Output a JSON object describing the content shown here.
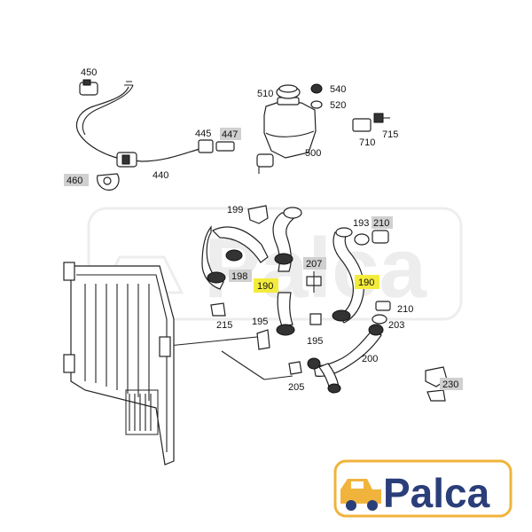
{
  "watermark_text": "Palca",
  "colors": {
    "highlight": "#f3ec3c",
    "grey_label_bg": "#d0d0d0",
    "logo_orange": "#f0b43c",
    "logo_blue": "#2a3e7a"
  },
  "parts": [
    {
      "id": "p450",
      "label": "450",
      "style": "plain"
    },
    {
      "id": "p510",
      "label": "510",
      "style": "plain"
    },
    {
      "id": "p540",
      "label": "540",
      "style": "plain"
    },
    {
      "id": "p520",
      "label": "520",
      "style": "plain"
    },
    {
      "id": "p445",
      "label": "445",
      "style": "plain"
    },
    {
      "id": "p447",
      "label": "447",
      "style": "grey"
    },
    {
      "id": "p710",
      "label": "710",
      "style": "plain"
    },
    {
      "id": "p715",
      "label": "715",
      "style": "plain"
    },
    {
      "id": "p500",
      "label": "500",
      "style": "plain"
    },
    {
      "id": "p460",
      "label": "460",
      "style": "grey"
    },
    {
      "id": "p440",
      "label": "440",
      "style": "plain"
    },
    {
      "id": "p199",
      "label": "199",
      "style": "plain"
    },
    {
      "id": "p193",
      "label": "193",
      "style": "plain"
    },
    {
      "id": "p210a",
      "label": "210",
      "style": "grey"
    },
    {
      "id": "p207",
      "label": "207",
      "style": "grey"
    },
    {
      "id": "p198",
      "label": "198",
      "style": "grey"
    },
    {
      "id": "p190a",
      "label": "190",
      "style": "highlight"
    },
    {
      "id": "p190b",
      "label": "190",
      "style": "highlight"
    },
    {
      "id": "p210b",
      "label": "210",
      "style": "plain"
    },
    {
      "id": "p215",
      "label": "215",
      "style": "plain"
    },
    {
      "id": "p195a",
      "label": "195",
      "style": "plain"
    },
    {
      "id": "p195b",
      "label": "195",
      "style": "plain"
    },
    {
      "id": "p203",
      "label": "203",
      "style": "plain"
    },
    {
      "id": "p200",
      "label": "200",
      "style": "plain"
    },
    {
      "id": "p205",
      "label": "205",
      "style": "plain"
    },
    {
      "id": "p230",
      "label": "230",
      "style": "grey"
    }
  ]
}
